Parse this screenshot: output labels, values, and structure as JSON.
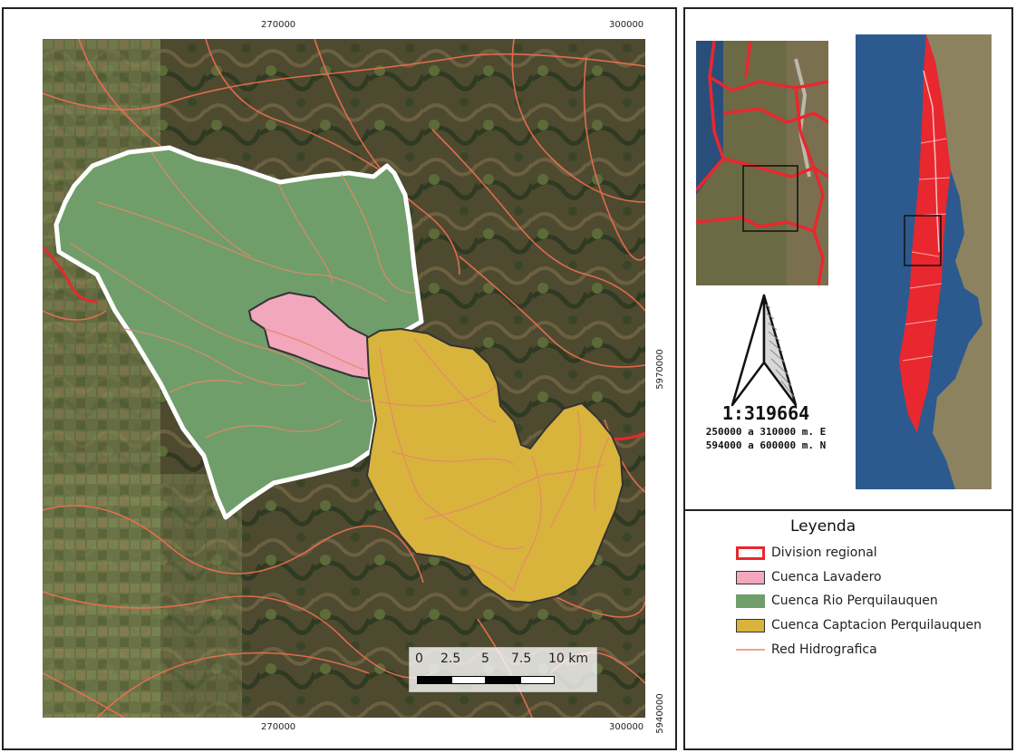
{
  "coordinates": {
    "top_left": "270000",
    "top_right": "300000",
    "bottom_left": "270000",
    "bottom_right": "300000",
    "right_middle": "5970000",
    "right_bottom": "5940000"
  },
  "scale_bar": {
    "labels": [
      "0",
      "2.5",
      "5",
      "7.5",
      "10 km"
    ]
  },
  "scale": {
    "ratio": "1:319664",
    "extent_east": "250000 a 310000 m. E",
    "extent_north": "594000 a 600000 m. N"
  },
  "legend": {
    "title": "Leyenda",
    "items": [
      {
        "label": "Division regional",
        "fill": "#ffffff",
        "stroke": "#e8282e"
      },
      {
        "label": "Cuenca Lavadero",
        "fill": "#f3a7bd",
        "stroke": "#333333"
      },
      {
        "label": "Cuenca Rio Perquilauquen",
        "fill": "#6f9e6a",
        "stroke": "#6f9e6a"
      },
      {
        "label": "Cuenca Captacion Perquilauquen",
        "fill": "#d9b43c",
        "stroke": "#333333"
      },
      {
        "label": "Red Hidrografica",
        "fill": "none",
        "stroke": "#f0a090"
      }
    ]
  },
  "colors": {
    "river": "#f07050",
    "region_boundary": "#e8282e",
    "rio_perquilauquen": "#6f9e6a",
    "lavadero": "#f3a7bd",
    "captacion": "#d9b43c"
  }
}
